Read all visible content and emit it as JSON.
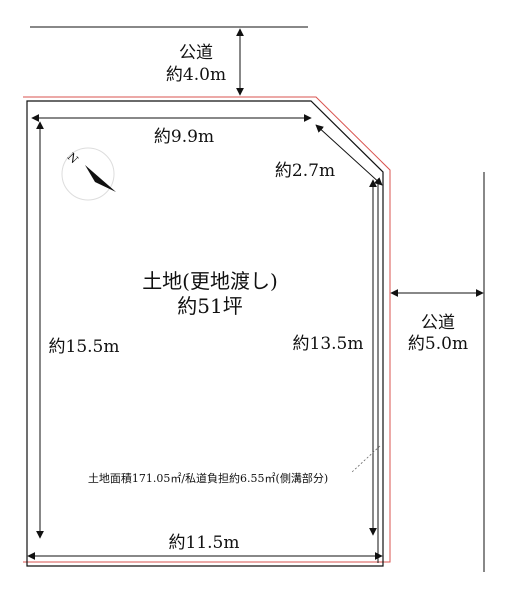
{
  "roads": {
    "north": {
      "line1": "公道",
      "line2": "約4.0m"
    },
    "east": {
      "line1": "公道",
      "line2": "約5.0m"
    }
  },
  "lot": {
    "title": "土地(更地渡し)",
    "area": "約51坪"
  },
  "dimensions": {
    "top": "約9.9m",
    "corner": "約2.7m",
    "left": "約15.5m",
    "right": "約13.5m",
    "bottom": "約11.5m"
  },
  "note": "土地面積171.05㎡/私道負担約6.55㎡(側溝部分)",
  "compass": {
    "letter": "N"
  },
  "colors": {
    "boundary": "#d9534f",
    "line": "#111111"
  }
}
